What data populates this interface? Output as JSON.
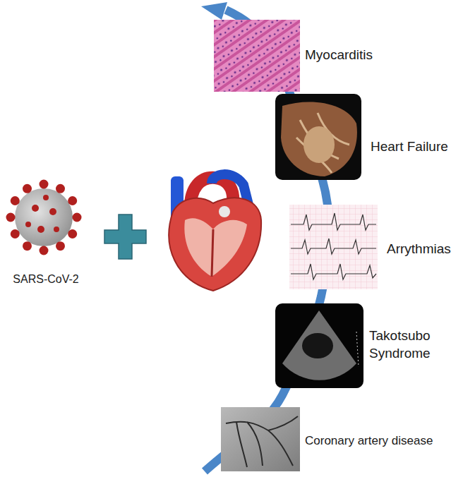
{
  "diagram": {
    "nodes": [
      {
        "text": [
          "SARS-CoV-2"
        ]
      },
      {
        "text": [
          "Myocarditis"
        ]
      },
      {
        "text": [
          "Heart Failure"
        ]
      },
      {
        "text": [
          "Arrythmias"
        ]
      },
      {
        "text": [
          "Takotsubo Syndrome"
        ]
      },
      {
        "text": [
          "Coronary artery disease"
        ]
      }
    ]
  }
}
